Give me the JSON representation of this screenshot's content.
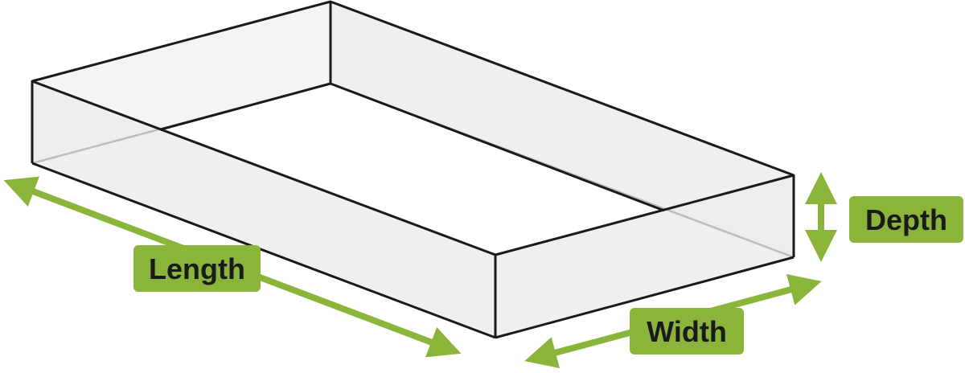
{
  "labels": {
    "length": "Length",
    "width": "Width",
    "depth": "Depth"
  },
  "colors": {
    "accent": "#8bb53a",
    "outline": "#1a1a1a",
    "wall_fill": "#efefef",
    "hidden_edge": "#bdbdbd"
  }
}
